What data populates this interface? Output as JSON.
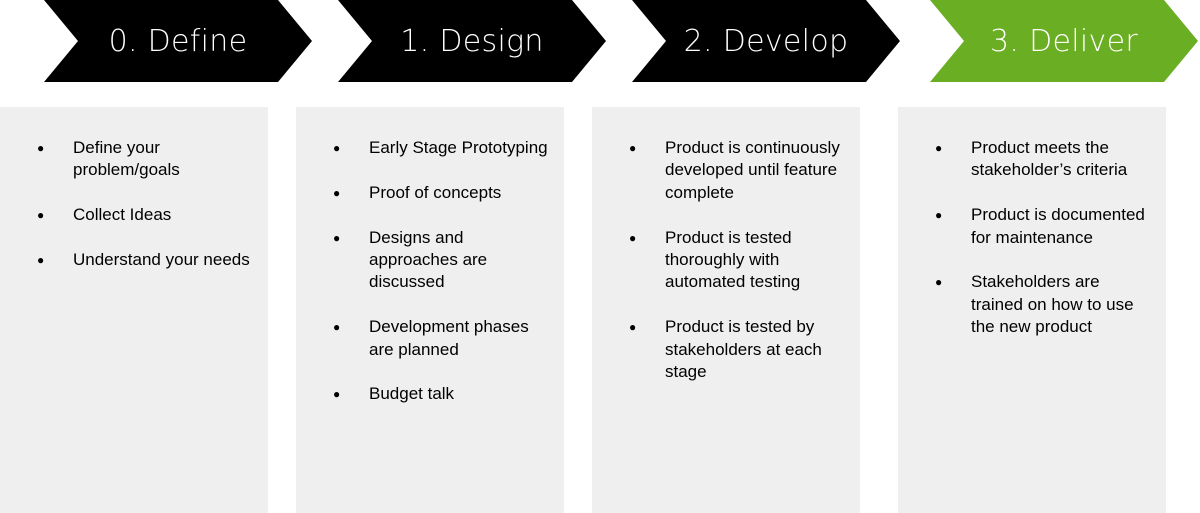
{
  "stages": [
    {
      "title": "0. Define",
      "color": "#000000",
      "items": [
        "Define your problem/goals",
        "Collect Ideas",
        "Understand your needs"
      ]
    },
    {
      "title": "1. Design",
      "color": "#000000",
      "items": [
        "Early Stage Prototyping",
        "Proof of concepts",
        "Designs and approaches are discussed",
        "Development phases are planned",
        "Budget talk"
      ]
    },
    {
      "title": "2. Develop",
      "color": "#000000",
      "items": [
        "Product is continuously developed until feature complete",
        "Product is tested thoroughly with automated testing",
        "Product is tested by stakeholders at each stage"
      ]
    },
    {
      "title": "3. Deliver",
      "color": "#6aae23",
      "items": [
        "Product meets the stakeholder’s criteria",
        "Product is documented for maintenance",
        "Stakeholders are trained on how to use the new product"
      ]
    }
  ],
  "bullet_glyph": "●"
}
